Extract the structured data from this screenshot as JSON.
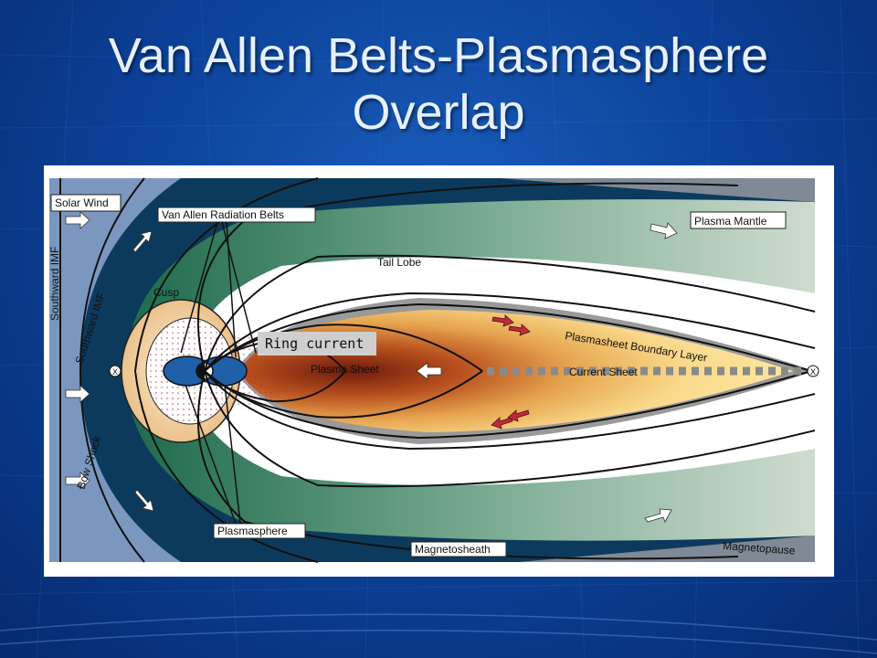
{
  "slide": {
    "title_line1": "Van Allen Belts-Plasmasphere",
    "title_line2": "Overlap"
  },
  "diagram": {
    "labels": {
      "solar_wind": "Solar Wind",
      "van_allen_belts": "Van Allen Radiation Belts",
      "plasma_mantle": "Plasma Mantle",
      "southward_imf_1": "Southward IMF",
      "southward_imf_2": "Southward IMF",
      "tail_lobe": "Tail Lobe",
      "cusp": "Cusp",
      "plasmasheet_boundary_layer": "Plasmasheet Boundary Layer",
      "plasma_sheet": "Plasma  Sheet",
      "current_sheet": "Current Sheet",
      "bow_shock": "Bow Shock",
      "plasmasphere": "Plasmasphere",
      "magnetosheath": "Magnetosheath",
      "magnetopause": "Magnetopause",
      "x_point_left": "X",
      "x_point_right": "X"
    },
    "overlay_label": "Ring current",
    "colors": {
      "background": "#0b3f95",
      "solar_wind_region": "#7b97bf",
      "magnetosheath": "#0c3a5c",
      "mantle": "#1f6a4e",
      "plasma_sheet_core": "#7a1f10",
      "plasma_sheet_outer": "#fde8a0",
      "plasmasphere": "#1f5fa8",
      "boundary_layer": "#9a9a9a"
    }
  }
}
